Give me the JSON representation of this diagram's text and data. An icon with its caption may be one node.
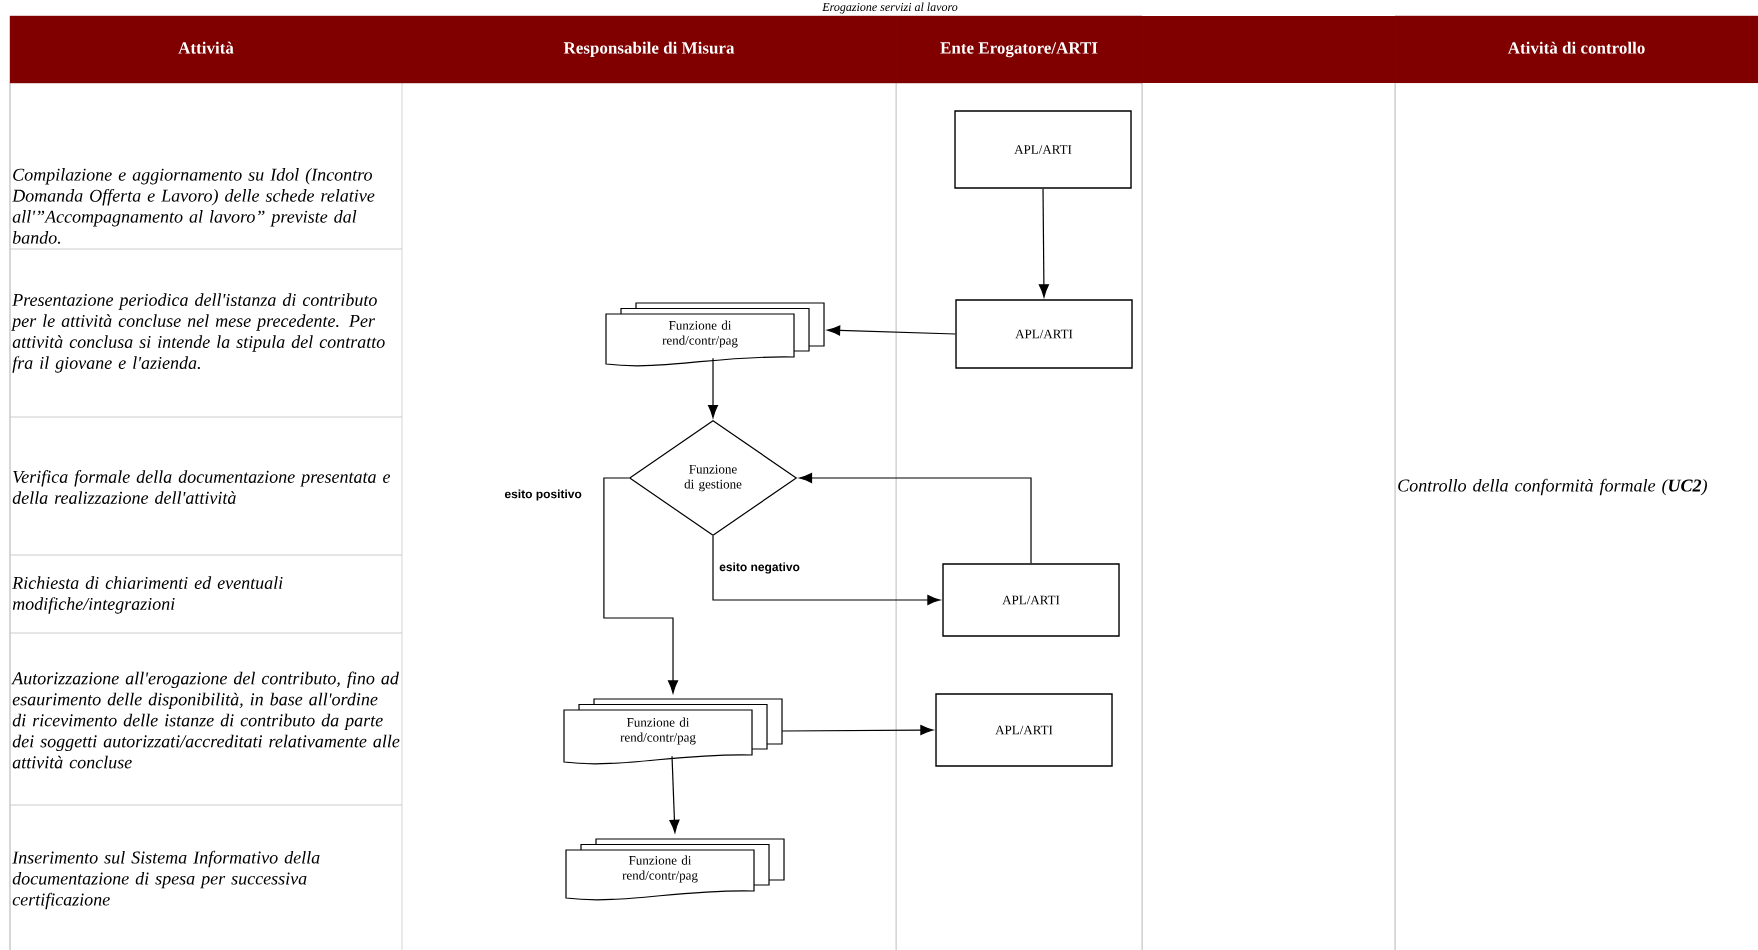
{
  "diagram": {
    "title": "Erogazione servizi al lavoro",
    "nodes": [
      {
        "text": [
          "APL/ARTI"
        ]
      },
      {
        "text": [
          "Funzione di rend/contr/pag"
        ]
      },
      {
        "text": [
          "APL/ARTI"
        ]
      },
      {
        "text": [
          "Funzione di gestione"
        ]
      },
      {
        "text": [
          "APL/ARTI"
        ]
      },
      {
        "text": [
          "Funzione di rend/contr/pag"
        ]
      },
      {
        "text": [
          "APL/ARTI"
        ]
      },
      {
        "text": [
          "Funzione di rend/contr/pag"
        ]
      }
    ],
    "edges": [
      {
        "from": 0,
        "to": 2,
        "arrow": "to"
      },
      {
        "from": 2,
        "to": 1,
        "arrow": "to"
      },
      {
        "from": 1,
        "to": 3,
        "arrow": "to"
      },
      {
        "from": 3,
        "to": 5,
        "arrow": "to",
        "label": "esito positivo"
      },
      {
        "from": 3,
        "to": 4,
        "arrow": "to",
        "label": "esito negativo"
      },
      {
        "from": 4,
        "to": 3,
        "arrow": "to"
      },
      {
        "from": 5,
        "to": 6,
        "arrow": "to"
      },
      {
        "from": 5,
        "to": 7,
        "arrow": "to"
      }
    ],
    "labels": [
      "Attività",
      "Responsabile di Misura",
      "Ente Erogatore/ARTI",
      "Atività di controllo",
      "Compilazione e aggiornamento su Idol (Incontro Domanda Offerta e Lavoro) delle schede relative all'”Accompagnamento al lavoro” previste dal bando.",
      "Presentazione periodica dell'istanza di contributo per le attività concluse nel mese precedente. Per attività conclusa si intende la stipula del contratto fra il giovane e l'azienda.",
      "Verifica formale della documentazione presentata e della realizzazione dell'attività",
      "Controllo della conformità formale (**UC2**)",
      "Richiesta di chiarimenti ed eventuali modifiche/integrazioni",
      "Autorizzazione all'erogazione del contributo, fino ad esaurimento delle disponibilità, in base all'ordine di ricevimento delle istanze di contributo da parte dei soggetti autorizzati/accreditati relativamente alle attività concluse",
      "Inserimento sul Sistema Informativo della documentazione di spesa per successiva certificazione"
    ]
  }
}
